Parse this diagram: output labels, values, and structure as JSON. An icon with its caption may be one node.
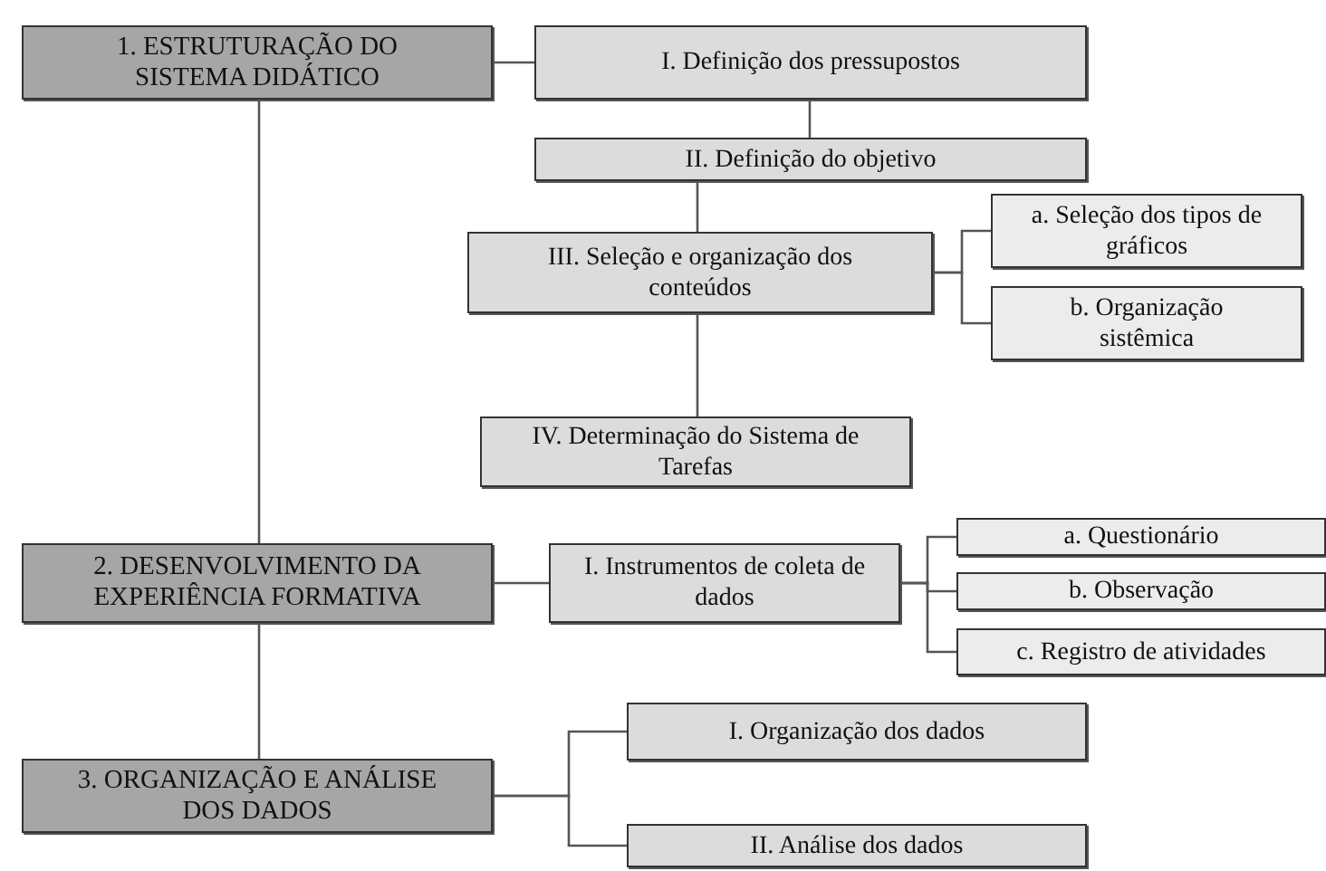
{
  "diagram": {
    "nodes": [
      {
        "text": [
          "1. ESTRUTURAÇÃO DO SISTEMA DIDÁTICO"
        ]
      },
      {
        "text": [
          "I. Definição dos pressupostos"
        ]
      },
      {
        "text": [
          "II. Definição do objetivo"
        ]
      },
      {
        "text": [
          "III. Seleção e organização dos conteúdos"
        ]
      },
      {
        "text": [
          "a. Seleção dos tipos de gráficos"
        ]
      },
      {
        "text": [
          "b. Organização sistêmica"
        ]
      },
      {
        "text": [
          "IV. Determinação do Sistema de Tarefas"
        ]
      },
      {
        "text": [
          "2. DESENVOLVIMENTO DA EXPERIÊNCIA FORMATIVA"
        ]
      },
      {
        "text": [
          "I. Instrumentos de coleta de dados"
        ]
      },
      {
        "text": [
          "a. Questionário"
        ]
      },
      {
        "text": [
          "b. Observação"
        ]
      },
      {
        "text": [
          "c. Registro de atividades"
        ]
      },
      {
        "text": [
          "3. ORGANIZAÇÃO E ANÁLISE DOS DADOS"
        ]
      },
      {
        "text": [
          "I. Organização dos dados"
        ]
      },
      {
        "text": [
          "II. Análise dos dados"
        ]
      }
    ],
    "edges": [
      {
        "from": 0,
        "to": 1,
        "arrow": "none"
      },
      {
        "from": 1,
        "to": 2,
        "arrow": "none"
      },
      {
        "from": 2,
        "to": 3,
        "arrow": "none"
      },
      {
        "from": 3,
        "to": 4,
        "arrow": "none"
      },
      {
        "from": 3,
        "to": 5,
        "arrow": "none"
      },
      {
        "from": 3,
        "to": 6,
        "arrow": "none"
      },
      {
        "from": 0,
        "to": 7,
        "arrow": "none"
      },
      {
        "from": 7,
        "to": 8,
        "arrow": "none"
      },
      {
        "from": 8,
        "to": 9,
        "arrow": "none"
      },
      {
        "from": 8,
        "to": 10,
        "arrow": "none"
      },
      {
        "from": 8,
        "to": 11,
        "arrow": "none"
      },
      {
        "from": 7,
        "to": 12,
        "arrow": "none"
      },
      {
        "from": 12,
        "to": 13,
        "arrow": "none"
      },
      {
        "from": 12,
        "to": 14,
        "arrow": "none"
      }
    ]
  }
}
